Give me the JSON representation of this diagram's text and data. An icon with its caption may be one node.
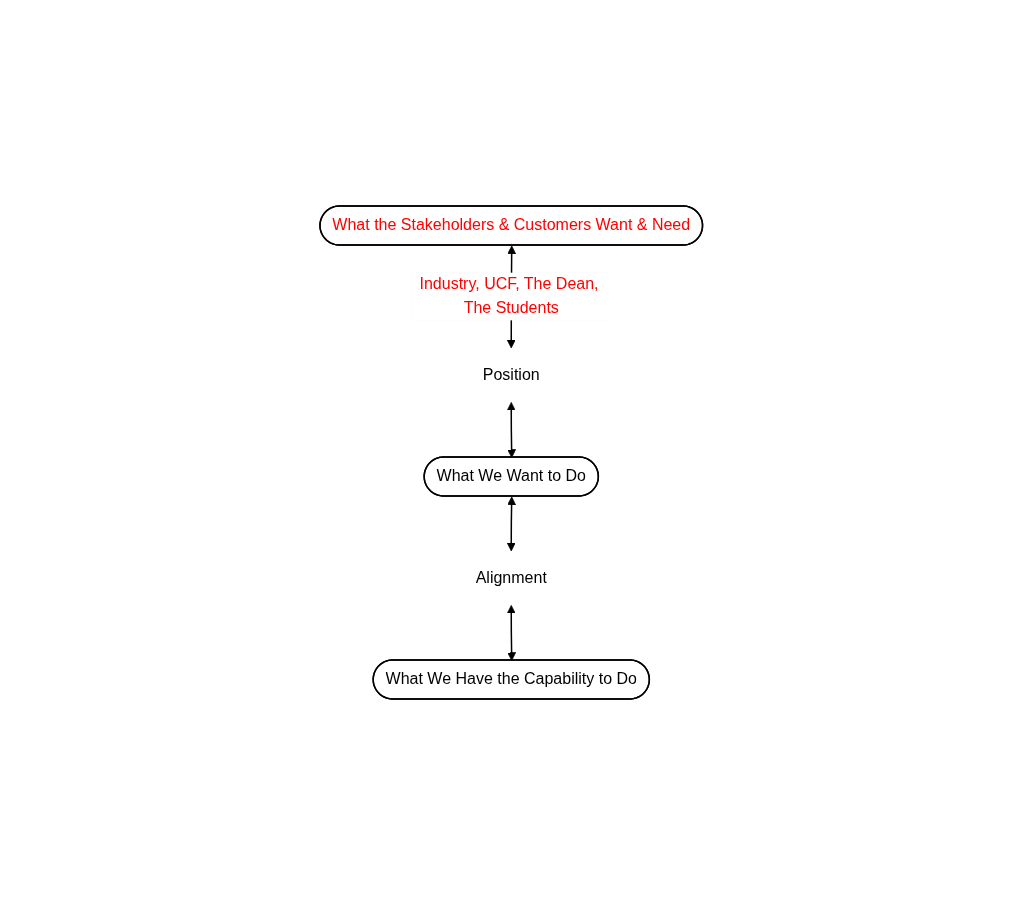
{
  "diagram": {
    "nodes": [
      {
        "text": [
          "What the Stakeholders & Customers Want & Need"
        ]
      },
      {
        "text": [
          "Position"
        ]
      },
      {
        "text": [
          "What We Want to Do"
        ]
      },
      {
        "text": [
          "Alignment"
        ]
      },
      {
        "text": [
          "What We Have the Capability to Do"
        ]
      }
    ],
    "edges": [
      {
        "from": 0,
        "to": 1,
        "arrow": "both",
        "label": "Industry, UCF, The Dean, The Students"
      },
      {
        "from": 1,
        "to": 2,
        "arrow": "both"
      },
      {
        "from": 2,
        "to": 3,
        "arrow": "both"
      },
      {
        "from": 3,
        "to": 4,
        "arrow": "both"
      }
    ]
  }
}
